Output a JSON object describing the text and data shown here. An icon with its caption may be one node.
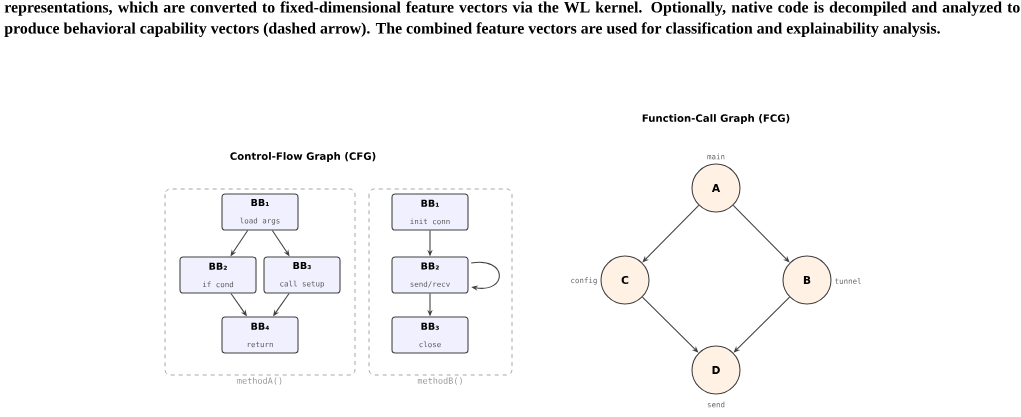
{
  "diagram": {
    "caption": "representations, which are converted to fixed-dimensional feature vectors via the WL kernel. Optionally, native code is decompiled and analyzed to produce behavioral capability vectors (dashed arrow). The combined feature vectors are used for classification and explainability analysis.",
    "nodes": [
      {
        "text": [
          "methodA()"
        ]
      },
      {
        "text": [
          "BB₁",
          "load args"
        ],
        "in": 0
      },
      {
        "text": [
          "BB₂",
          "if cond"
        ],
        "in": 0
      },
      {
        "text": [
          "BB₃",
          "call setup"
        ],
        "in": 0
      },
      {
        "text": [
          "BB₄",
          "return"
        ],
        "in": 0
      },
      {
        "text": [
          "methodB()"
        ]
      },
      {
        "text": [
          "BB₁",
          "init conn"
        ],
        "in": 5
      },
      {
        "text": [
          "BB₂",
          "send/recv"
        ],
        "in": 5
      },
      {
        "text": [
          "BB₃",
          "close"
        ],
        "in": 5
      },
      {
        "text": [
          "A"
        ],
        "beside": [
          "main"
        ]
      },
      {
        "text": [
          "C"
        ],
        "beside": [
          "config"
        ]
      },
      {
        "text": [
          "B"
        ],
        "beside": [
          "tunnel"
        ]
      },
      {
        "text": [
          "D"
        ],
        "beside": [
          "send"
        ]
      }
    ],
    "edges": [
      {
        "from": 1,
        "to": 2,
        "arrow": "to"
      },
      {
        "from": 1,
        "to": 3,
        "arrow": "to"
      },
      {
        "from": 2,
        "to": 4,
        "arrow": "to"
      },
      {
        "from": 3,
        "to": 4,
        "arrow": "to"
      },
      {
        "from": 6,
        "to": 7,
        "arrow": "to"
      },
      {
        "from": 7,
        "to": 7,
        "arrow": "to"
      },
      {
        "from": 7,
        "to": 8,
        "arrow": "to"
      },
      {
        "from": 9,
        "to": 10,
        "arrow": "to"
      },
      {
        "from": 9,
        "to": 11,
        "arrow": "to"
      },
      {
        "from": 10,
        "to": 12,
        "arrow": "to"
      },
      {
        "from": 11,
        "to": 12,
        "arrow": "to"
      }
    ],
    "labels": [
      "Function-Call Graph (FCG)",
      "Control-Flow Graph (CFG)"
    ]
  }
}
